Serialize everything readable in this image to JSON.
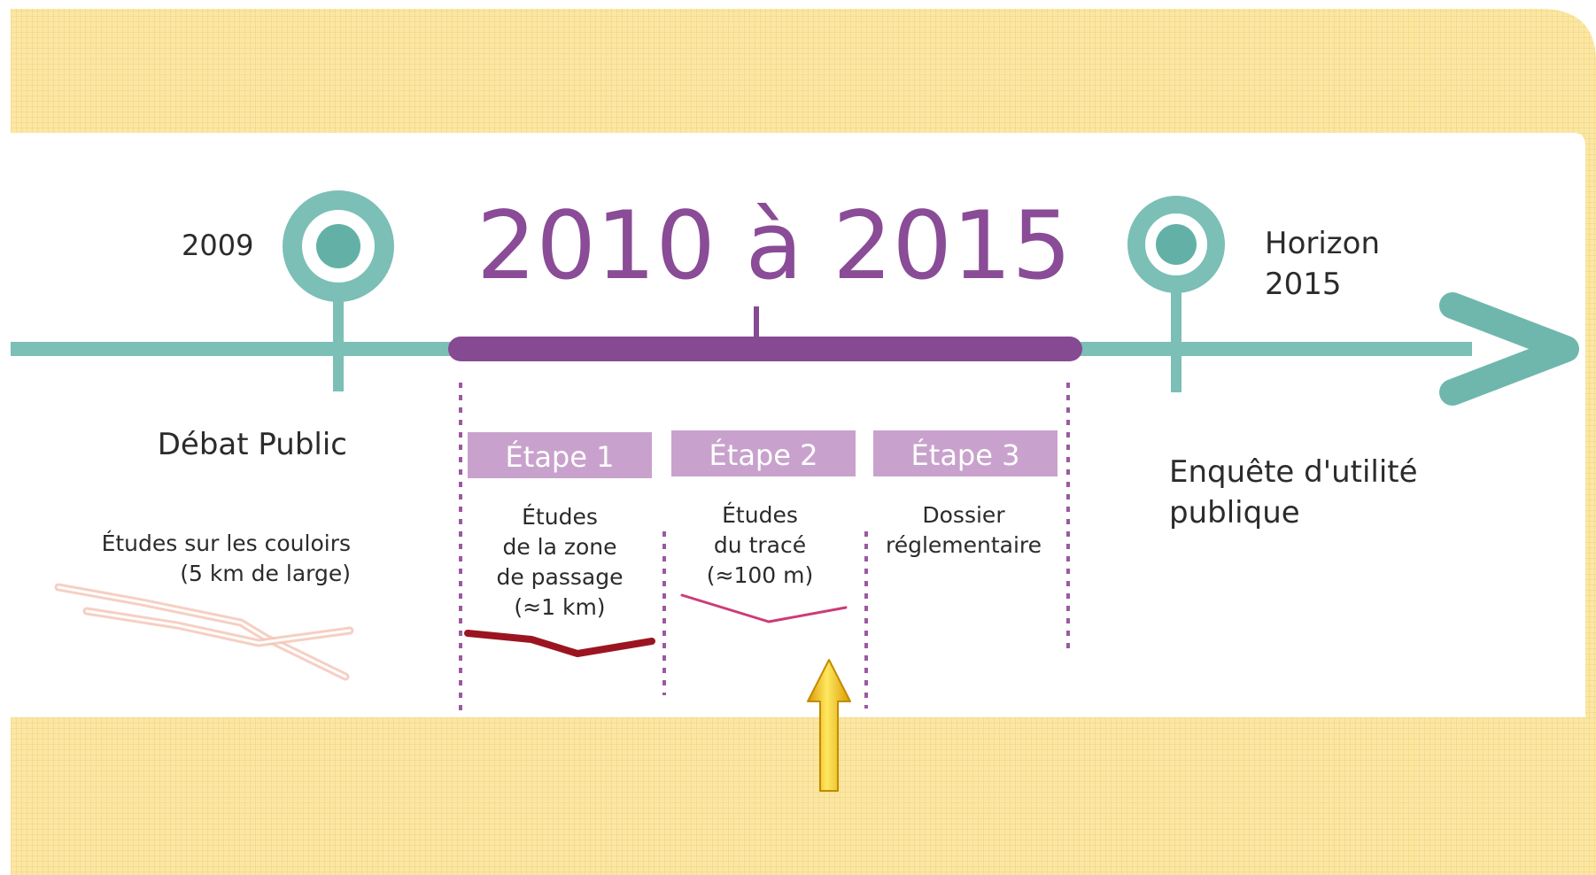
{
  "colors": {
    "frame_yellow": "#fbe7a4",
    "frame_grid": "#f6d37c",
    "teal": "#7bbfb6",
    "teal_dark": "#63b1a6",
    "purple": "#864a92",
    "purple_text": "#8a4b97",
    "step_box": "#c8a2cc",
    "divider": "#9a5aa0",
    "route_dark_red": "#9b1521",
    "route_pink": "#cc3b78",
    "corridor_pink": "#f4c7b8",
    "arrow_gold": "#f2c20a"
  },
  "timeline": {
    "left_year": "2009",
    "main_period": "2010 à 2015",
    "right_year_line1": "Horizon",
    "right_year_line2": "2015"
  },
  "left_section": {
    "title": "Débat Public",
    "caption_line1": "Études sur les couloirs",
    "caption_line2": "(5 km de large)"
  },
  "steps": [
    {
      "label": "Étape 1",
      "lines": [
        "Études",
        "de la zone",
        "de passage",
        "(≈1 km)"
      ]
    },
    {
      "label": "Étape 2",
      "lines": [
        "Études",
        "du tracé",
        "(≈100 m)"
      ]
    },
    {
      "label": "Étape 3",
      "lines": [
        "Dossier",
        "réglementaire"
      ]
    }
  ],
  "right_section": {
    "title_line1": "Enquête d'utilité",
    "title_line2": "publique"
  },
  "icons": {
    "milestone_left": "target-pin-icon",
    "milestone_right": "target-pin-icon",
    "timeline_arrow": "arrow-right-icon",
    "pointer_arrow": "arrow-up-icon"
  }
}
